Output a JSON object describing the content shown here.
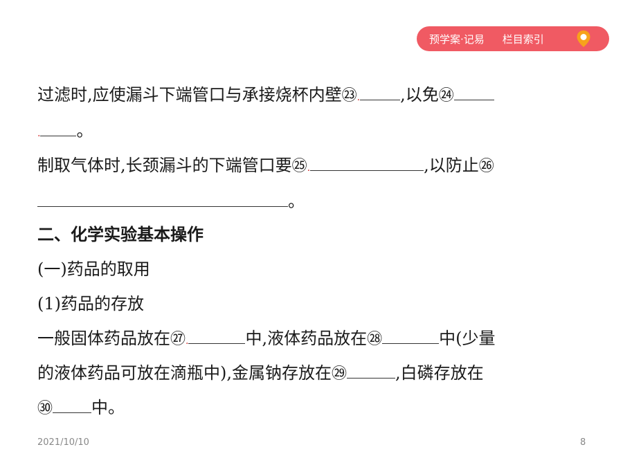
{
  "nav": {
    "preview_label": "预学案·记易",
    "index_label": "栏目索引"
  },
  "colors": {
    "accent": "#f05a63",
    "pin": "#f7a21b"
  },
  "icons": {
    "pin": "location-pin-icon"
  },
  "content": {
    "l1_text": "过滤时,应使漏斗下端管口与承接烧杯内壁",
    "n23": "㉓",
    "l1_mid": ",以免",
    "n24": "㉔",
    "l2_end": "。",
    "l3_text": "制取气体时,长颈漏斗的下端管口要",
    "n25": "㉕",
    "l3_mid": ",以防止",
    "n26": "㉖",
    "l4_end": "。",
    "heading": "二、化学实验基本操作",
    "sub1": "(一)药品的取用",
    "sub2": "(1)药品的存放",
    "l7_a": "一般固体药品放在",
    "n27": "㉗",
    "l7_b": "中,液体药品放在",
    "n28": "㉘",
    "l7_c": "中(少量",
    "l8_a": "的液体药品可放在滴瓶中),金属钠存放在",
    "n29": "㉙",
    "l8_b": ",白磷存放在",
    "n30": "㉚",
    "l9_end": "中。"
  },
  "footer": {
    "date": "2021/10/10",
    "page": "8"
  }
}
